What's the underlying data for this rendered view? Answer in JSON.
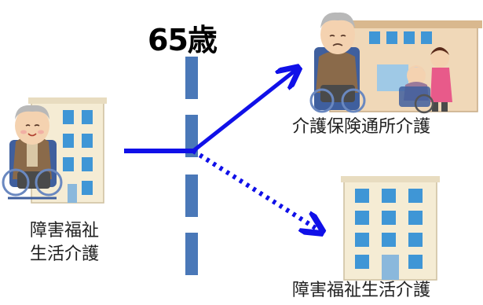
{
  "age_label": "65歳",
  "left_label": {
    "line1": "障害福祉",
    "line2": "生活介護"
  },
  "top_right_label": "介護保険通所介護",
  "bottom_right_label": "障害福祉生活介護",
  "colors": {
    "arrow_solid": "#1010e8",
    "arrow_dotted": "#1010e8",
    "age_divider": "#4a78b8",
    "building_wall": "#f4ecd6",
    "building_window": "#3f96d6",
    "care_building_wall": "#f0d8b8",
    "wheelchair": "#4a6fb5"
  },
  "icons": {
    "left_person": "elderly-man-wheelchair-icon",
    "top_right": "day-care-facility-icon",
    "bottom_right": "apartment-building-icon"
  }
}
